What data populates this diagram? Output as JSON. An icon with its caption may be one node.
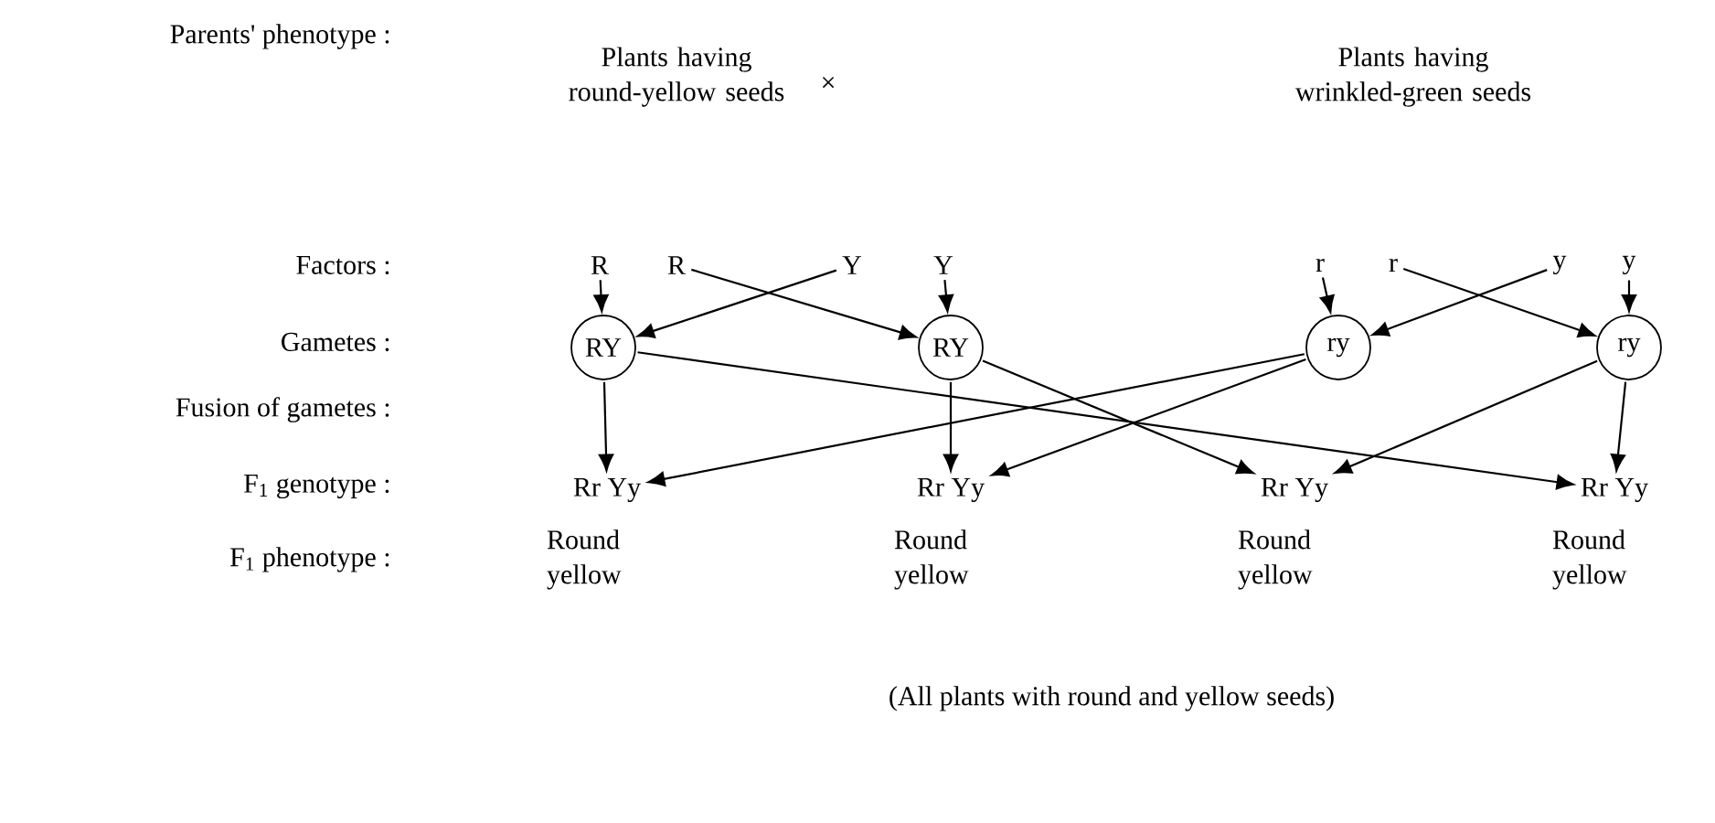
{
  "diagram": {
    "nodes": [
      {
        "text": [
          "Plants having round-yellow seeds"
        ]
      },
      {
        "text": [
          "Plants having wrinkled-green seeds"
        ]
      },
      {
        "text": [
          "R"
        ]
      },
      {
        "text": [
          "R"
        ]
      },
      {
        "text": [
          "Y"
        ]
      },
      {
        "text": [
          "Y"
        ]
      },
      {
        "text": [
          "r"
        ]
      },
      {
        "text": [
          "r"
        ]
      },
      {
        "text": [
          "y"
        ]
      },
      {
        "text": [
          "y"
        ]
      },
      {
        "text": [
          "RY"
        ]
      },
      {
        "text": [
          "RY"
        ]
      },
      {
        "text": [
          "ry"
        ]
      },
      {
        "text": [
          "ry"
        ]
      },
      {
        "text": [
          "Rr Yy"
        ]
      },
      {
        "text": [
          "Rr Yy"
        ]
      },
      {
        "text": [
          "Rr Yy"
        ]
      },
      {
        "text": [
          "Rr Yy"
        ]
      }
    ],
    "edges": [
      {
        "from": 2,
        "to": 10,
        "arrow": "to"
      },
      {
        "from": 3,
        "to": 11,
        "arrow": "to"
      },
      {
        "from": 4,
        "to": 10,
        "arrow": "to"
      },
      {
        "from": 5,
        "to": 11,
        "arrow": "to"
      },
      {
        "from": 6,
        "to": 12,
        "arrow": "to"
      },
      {
        "from": 7,
        "to": 13,
        "arrow": "to"
      },
      {
        "from": 8,
        "to": 12,
        "arrow": "to"
      },
      {
        "from": 9,
        "to": 13,
        "arrow": "to"
      },
      {
        "from": 10,
        "to": 14,
        "arrow": "to"
      },
      {
        "from": 10,
        "to": 17,
        "arrow": "to"
      },
      {
        "from": 11,
        "to": 15,
        "arrow": "to"
      },
      {
        "from": 11,
        "to": 16,
        "arrow": "to"
      },
      {
        "from": 12,
        "to": 14,
        "arrow": "to"
      },
      {
        "from": 12,
        "to": 15,
        "arrow": "to"
      },
      {
        "from": 13,
        "to": 16,
        "arrow": "to"
      },
      {
        "from": 13,
        "to": 17,
        "arrow": "to"
      }
    ],
    "labels": [
      "Parents' phenotype :",
      "×",
      "Factors :",
      "Gametes :",
      "Fusion of gametes :",
      "F$_{1}$ genotype :",
      "F$_{1}$ phenotype :",
      "Round yellow",
      "Round yellow",
      "Round yellow",
      "Round yellow",
      "(All plants with round and yellow seeds)"
    ]
  }
}
